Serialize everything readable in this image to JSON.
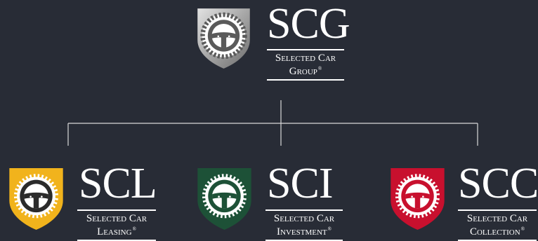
{
  "parent": {
    "abbr": "SCG",
    "name_line1": "Selected Car",
    "name_line2": "Group",
    "mark": "®",
    "crest_color": "#9a9a9a"
  },
  "children": [
    {
      "abbr": "SCL",
      "name_line1": "Selected Car",
      "name_line2": "Leasing",
      "mark": "®",
      "crest_color": "#f1b31c"
    },
    {
      "abbr": "SCI",
      "name_line1": "Selected Car",
      "name_line2": "Investment",
      "mark": "®",
      "crest_color": "#1d5137"
    },
    {
      "abbr": "SCC",
      "name_line1": "Selected Car",
      "name_line2": "Collection",
      "mark": "®",
      "crest_color": "#c8102e"
    }
  ],
  "colors": {
    "background": "#282c36",
    "connector": "#d9d9d9",
    "text": "#ffffff"
  }
}
